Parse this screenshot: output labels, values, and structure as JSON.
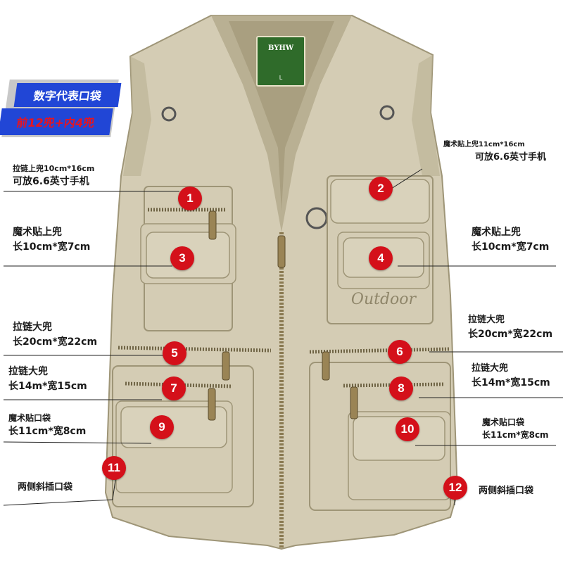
{
  "colors": {
    "vest": "#d4ccb4",
    "vest_shadow": "#b9b093",
    "vest_dark": "#9e9577",
    "badge": "#d4101a",
    "legend_blue": "#2146d6",
    "legend_red": "#e8141e",
    "zipper": "#8a7a52"
  },
  "legend": {
    "line1": "数字代表口袋",
    "line2": "前12兜+内4兜"
  },
  "brand_label": {
    "name": "BYHW",
    "size": "L"
  },
  "embroidery": "Outdoor",
  "callouts": [
    {
      "number": "1",
      "lines": [
        "拉链上兜10cm*16cm",
        "可放6.6英寸手机"
      ]
    },
    {
      "number": "2",
      "lines": [
        "魔术贴上兜11cm*16cm",
        "可放6.6英寸手机"
      ]
    },
    {
      "number": "3",
      "lines": [
        "魔术贴上兜",
        "长10cm*宽7cm"
      ]
    },
    {
      "number": "4",
      "lines": [
        "魔术贴上兜",
        "长10cm*宽7cm"
      ]
    },
    {
      "number": "5",
      "lines": [
        "拉链大兜",
        "长20cm*宽22cm"
      ]
    },
    {
      "number": "6",
      "lines": [
        "拉链大兜",
        "长20cm*宽22cm"
      ]
    },
    {
      "number": "7",
      "lines": [
        "拉链大兜",
        "长14m*宽15cm"
      ]
    },
    {
      "number": "8",
      "lines": [
        "拉链大兜",
        "长14m*宽15cm"
      ]
    },
    {
      "number": "9",
      "lines": [
        "魔术贴口袋",
        "长11cm*宽8cm"
      ]
    },
    {
      "number": "10",
      "lines": [
        "魔术贴口袋",
        "长11cm*宽8cm"
      ]
    },
    {
      "number": "11",
      "lines": [
        "两侧斜插口袋"
      ]
    },
    {
      "number": "12",
      "lines": [
        "两侧斜插口袋"
      ]
    }
  ]
}
